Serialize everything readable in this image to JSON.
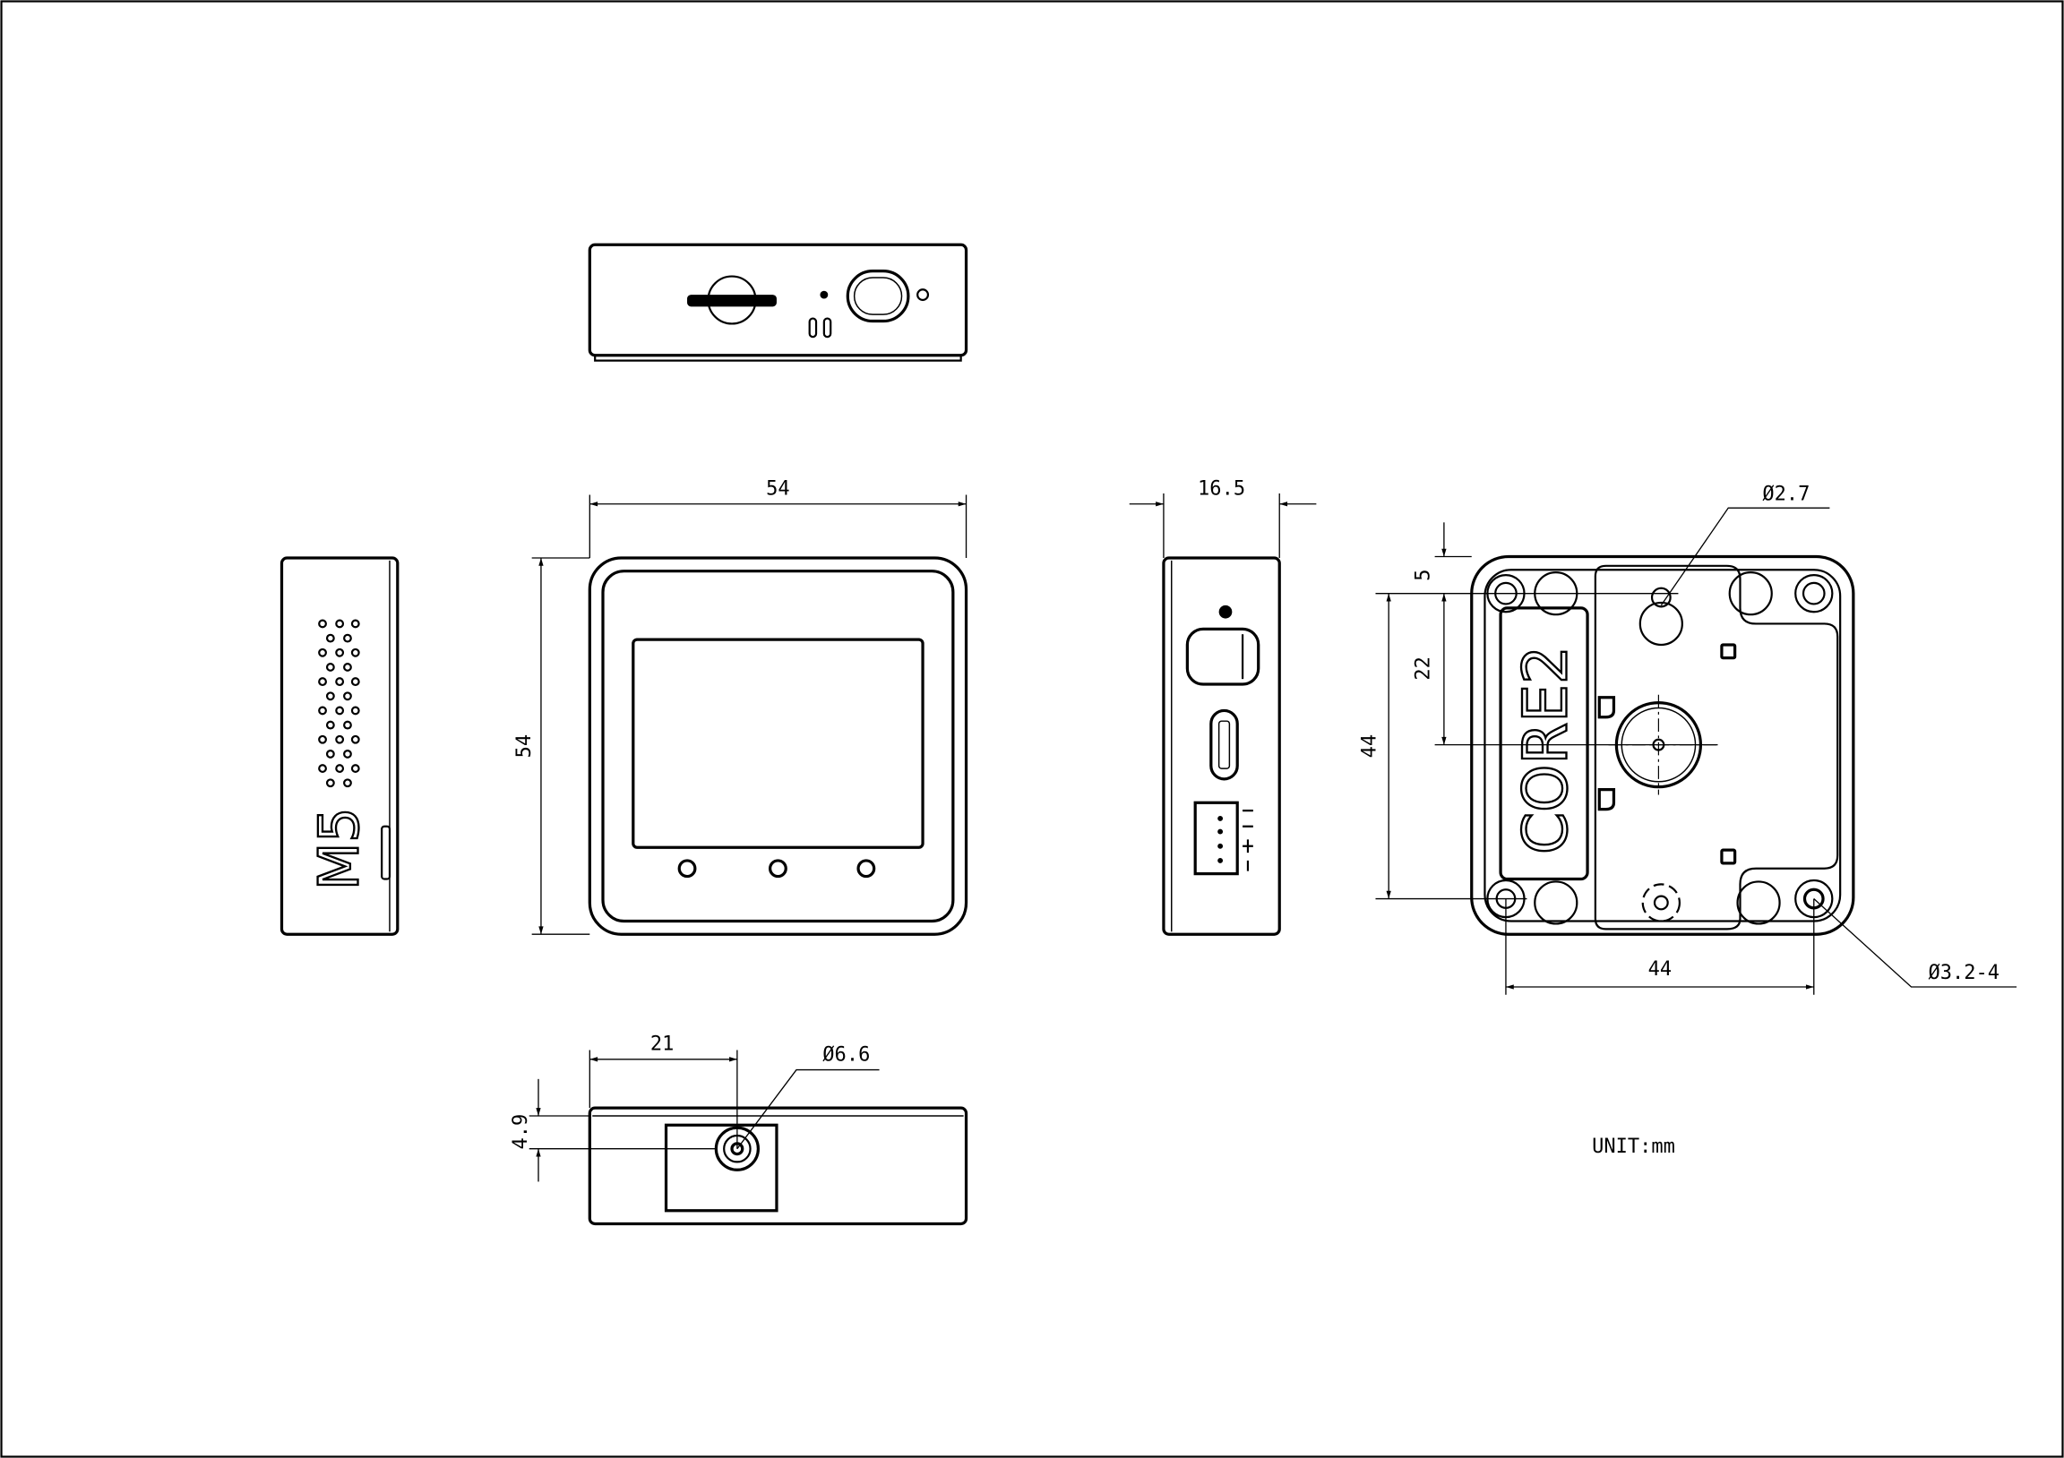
{
  "drawing": {
    "unit_label": "UNIT:mm",
    "top_view": {
      "name": "top-view"
    },
    "front_view": {
      "width_dim": "54",
      "height_dim": "54"
    },
    "left_view": {
      "logo_text": "M5"
    },
    "right_view": {
      "depth_dim": "16.5"
    },
    "back_view": {
      "label_text": "CORE2",
      "hole_top_dim": "Ø2.7",
      "top_offset_dim": "5",
      "center_offset_dim": "22",
      "hole_pitch_vertical_dim": "44",
      "hole_pitch_horizontal_dim": "44",
      "mount_hole_dim": "Ø3.2-4"
    },
    "bottom_view": {
      "jack_offset_dim": "21",
      "jack_diameter_dim": "Ø6.6",
      "jack_height_dim": "4.9"
    }
  }
}
